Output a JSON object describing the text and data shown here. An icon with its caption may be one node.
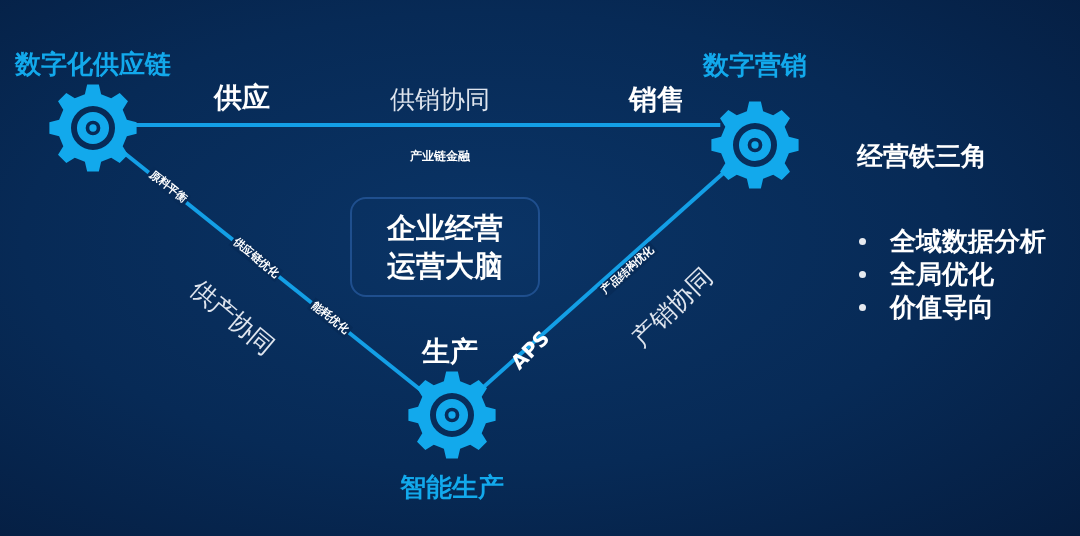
{
  "diagram": {
    "nodes": [
      {
        "text": [
          "数字化供应链"
        ],
        "beside": [
          "供应"
        ]
      },
      {
        "text": [
          "数字营销"
        ],
        "beside": [
          "销售"
        ]
      },
      {
        "text": [
          "智能生产"
        ],
        "beside": [
          "生产"
        ]
      },
      {
        "text": [
          "企业经营运营大脑"
        ]
      }
    ],
    "edges": [
      {
        "from": 0,
        "to": 1,
        "arrow": "none",
        "label": "供销协同"
      },
      {
        "from": 0,
        "to": 2,
        "arrow": "none",
        "label": "供产协同"
      },
      {
        "from": 2,
        "to": 1,
        "arrow": "none",
        "label": "产销协同"
      }
    ],
    "labels": [
      "产业链金融",
      "原料平衡",
      "供应链优化",
      "能耗优化",
      "APS",
      "产品结构优化",
      "经营铁三角",
      "全域数据分析",
      "全局优化",
      "价值导向"
    ]
  }
}
